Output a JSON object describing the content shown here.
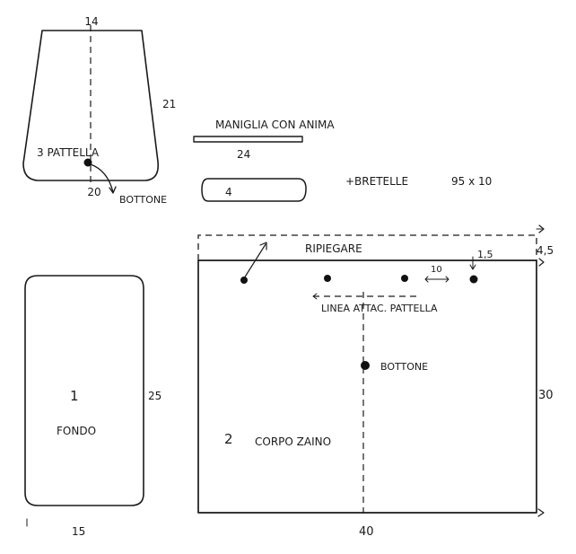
{
  "flap": {
    "top_width": "14",
    "height": "21",
    "label": "3 PATTELLA",
    "bottom_width": "20",
    "button_label": "BOTTONE"
  },
  "handle": {
    "title": "MANIGLIA CON ANIMA",
    "length": "24",
    "width": "4"
  },
  "straps": {
    "label": "+BRETELLE",
    "size": "95 x 10"
  },
  "bottom_piece": {
    "number": "1",
    "name": "FONDO",
    "height": "25",
    "width": "15"
  },
  "body_piece": {
    "fold_label": "RIPIEGARE",
    "fold_height": "4,5",
    "spacing": "10",
    "edge_offset": "1,5",
    "flap_line_label": "LINEA ATTAC. PATTELLA",
    "button_label": "BOTTONE",
    "number": "2",
    "name": "CORPO ZAINO",
    "height": "30",
    "width": "40"
  }
}
